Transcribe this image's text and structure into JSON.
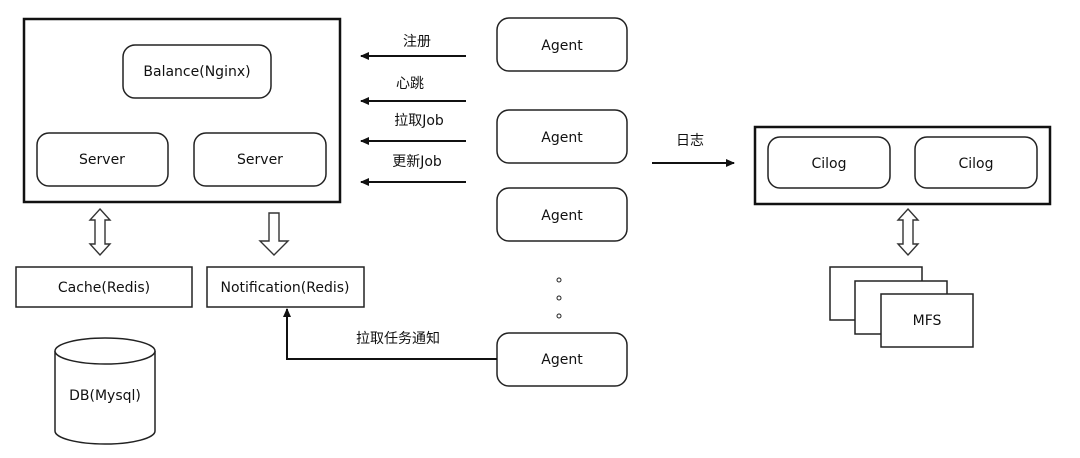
{
  "nodes": {
    "balance": "Balance(Nginx)",
    "server_left": "Server",
    "server_right": "Server",
    "cache": "Cache(Redis)",
    "notification": "Notification(Redis)",
    "db": "DB(Mysql)",
    "agent_1": "Agent",
    "agent_2": "Agent",
    "agent_3": "Agent",
    "agent_4": "Agent",
    "cilog_left": "Cilog",
    "cilog_right": "Cilog",
    "mfs": "MFS"
  },
  "edges": {
    "register": "注册",
    "heartbeat": "心跳",
    "pull_job": "拉取Job",
    "update_job": "更新Job",
    "pull_task_notify": "拉取任务通知",
    "log": "日志"
  }
}
